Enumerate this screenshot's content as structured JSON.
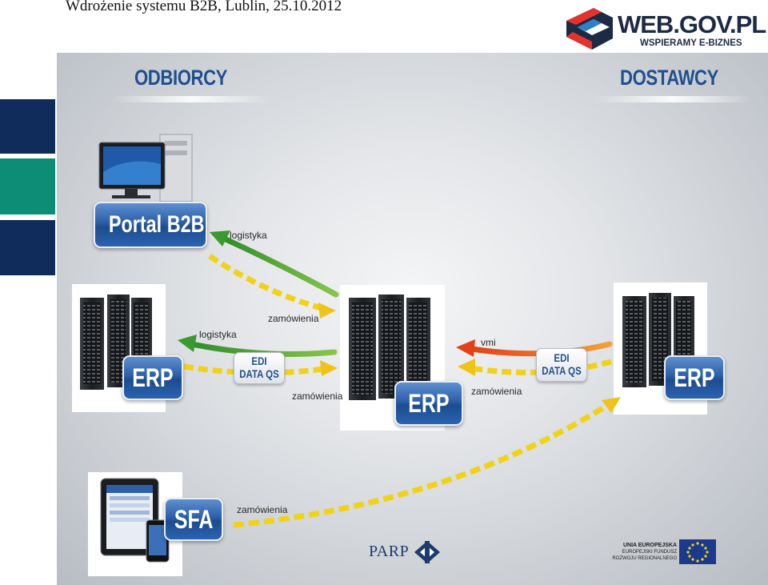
{
  "header": {
    "title": "Wdrożenie systemu B2B, Lublin, 25.10.2012"
  },
  "logo": {
    "main": "WEB.GOV.PL",
    "sub": "WSPIERAMY E-BIZNES",
    "icon": "webgovpl-logo-icon"
  },
  "diagram": {
    "heading_left": "ODBIORCY",
    "heading_right": "DOSTAWCY",
    "nodes": {
      "portal": "Portal B2B",
      "erp_left": "ERP",
      "erp_center": "ERP",
      "erp_right": "ERP",
      "sfa": "SFA"
    },
    "edi_left": {
      "line1": "EDI",
      "line2": "DATA QS"
    },
    "edi_right": {
      "line1": "EDI",
      "line2": "DATA QS"
    },
    "labels": {
      "portal_logistyka": "logistyka",
      "left_logistyka": "logistyka",
      "left_zamowienia_top": "zamówienia",
      "left_zamowienia_bottom": "zamówienia",
      "right_vmi": "vmi",
      "right_zamowienia": "zamówienia",
      "sfa_zamowienia": "zamówienia"
    },
    "colors": {
      "heading": "#1f4f8f",
      "green_arrow": "#3f9a2e",
      "orange_arrow": "#e85c1a",
      "yellow_dash": "#f1d21a",
      "blue_node": "#2c5fa8"
    }
  },
  "footer": {
    "parp": "PARP",
    "eu_line1": "UNIA EUROPEJSKA",
    "eu_line2": "EUROPEJSKI FUNDUSZ",
    "eu_line3": "ROZWOJU REGIONALNEGO"
  }
}
